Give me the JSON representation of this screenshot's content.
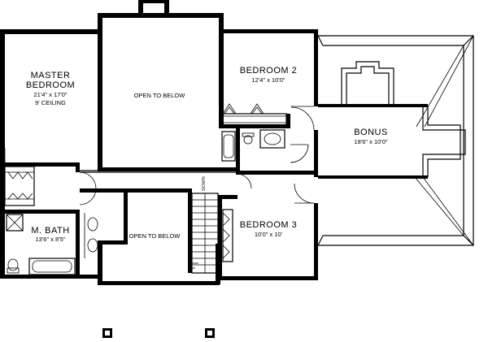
{
  "rooms": {
    "master_bedroom": {
      "name_line1": "MASTER",
      "name_line2": "BEDROOM",
      "size": "21'4\" x 17'0\"",
      "note": "9' CEILING"
    },
    "open_to_below_upper": {
      "name": "OPEN TO BELOW"
    },
    "bedroom_2": {
      "name": "BEDROOM 2",
      "size": "12'4\" x 10'0\""
    },
    "bonus": {
      "name": "BONUS",
      "size": "18'6\" x 10'0\""
    },
    "master_bath": {
      "name": "M. BATH",
      "size": "13'6\" x 8'5\""
    },
    "open_to_below_lower": {
      "name": "OPEN TO BELOW"
    },
    "bedroom_3": {
      "name": "BEDROOM 3",
      "size": "10'0\" x 10'"
    }
  },
  "stair_label": "DOWN"
}
